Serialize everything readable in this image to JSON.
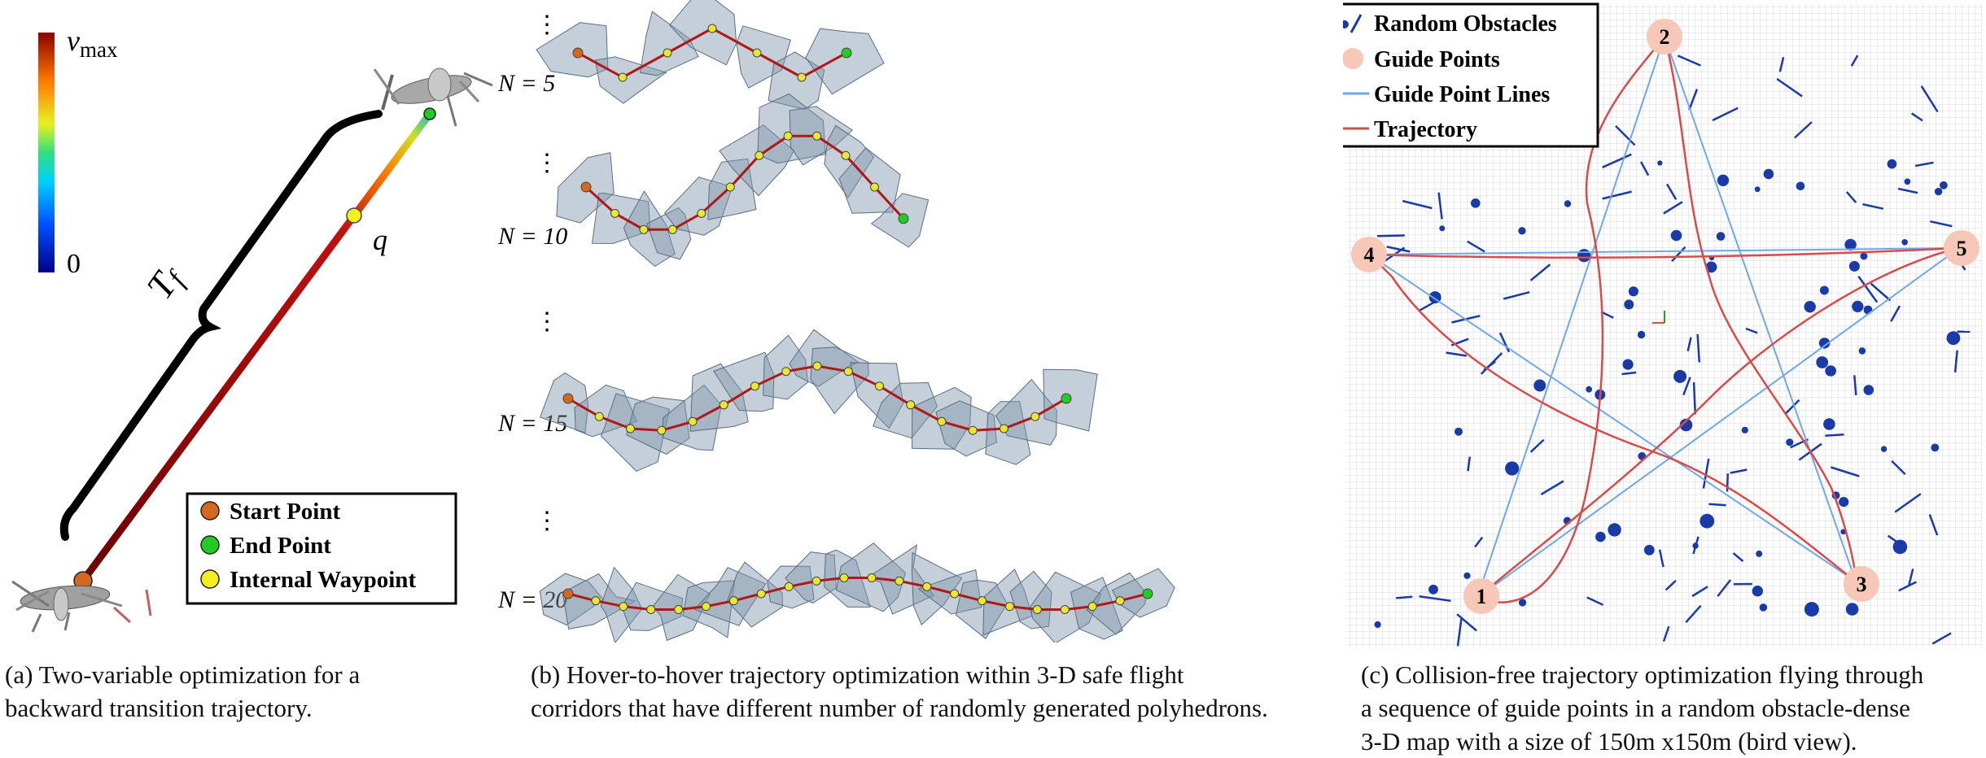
{
  "panel_a": {
    "colorbar_top_label": "v",
    "colorbar_top_sub": "max",
    "colorbar_bottom_label": "0",
    "brace_label": "T",
    "brace_sub": "f",
    "q_label": "q",
    "legend": [
      {
        "label": "Start Point",
        "color": "#d2691e"
      },
      {
        "label": "End Point",
        "color": "#22cc22"
      },
      {
        "label": "Internal Waypoint",
        "color": "#f2f21a"
      }
    ],
    "caption_lines": [
      "(a) Two-variable optimization for a",
      "backward transition trajectory."
    ]
  },
  "panel_b": {
    "rows": [
      {
        "label": "N = 5"
      },
      {
        "label": "N = 10"
      },
      {
        "label": "N = 15"
      },
      {
        "label": "N = 20"
      }
    ],
    "dots": "⋮",
    "caption_lines": [
      "(b) Hover-to-hover trajectory optimization within 3-D safe flight",
      "corridors that have different number of randomly generated polyhedrons."
    ]
  },
  "panel_c": {
    "legend": [
      {
        "label": "Random Obstacles",
        "kind": "obstacle",
        "color": "#1a3aa8"
      },
      {
        "label": "Guide Points",
        "kind": "guide",
        "color": "#f7c8b8"
      },
      {
        "label": "Guide Point Lines",
        "kind": "line",
        "color": "#6fa8e8"
      },
      {
        "label": "Trajectory",
        "kind": "line",
        "color": "#d94a4a"
      }
    ],
    "guide_points": [
      "1",
      "2",
      "3",
      "4",
      "5"
    ],
    "caption_lines": [
      "(c) Collision-free trajectory optimization flying through",
      "a  sequence of guide points in a random obstacle-dense",
      "3-D map with a size of 150m x150m (bird view)."
    ]
  }
}
